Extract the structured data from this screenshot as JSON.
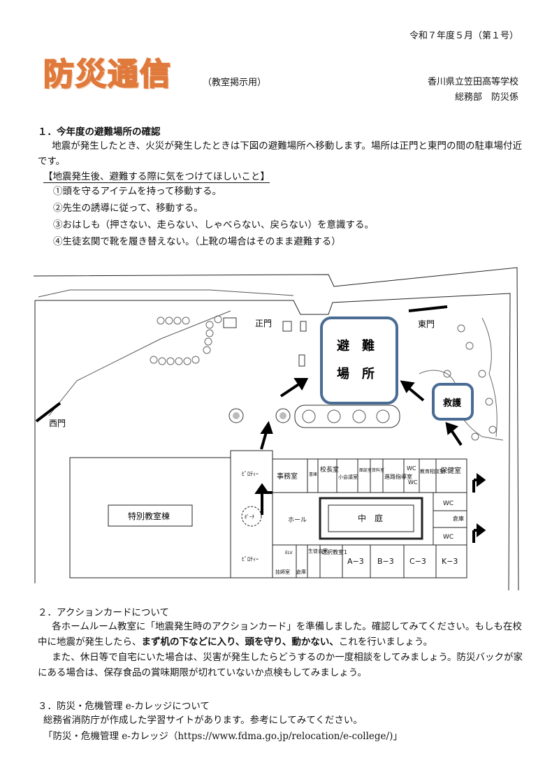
{
  "header": {
    "issue": "令和７年度５月（第１号）",
    "title": "防災通信",
    "subtitle": "（教室掲示用）",
    "school": "香川県立笠田高等学校",
    "dept": "総務部　防災係"
  },
  "section1": {
    "heading": "１．今年度の避難場所の確認",
    "body": "地震が発生したとき、火災が発生したときは下図の避難場所へ移動します。場所は正門と東門の間の駐車場付近です。",
    "note_heading": "【地震発生後、避難する際に気をつけてほしいこと】",
    "items": [
      "①頭を守るアイテムを持って移動する。",
      "②先生の誘導に従って、移動する。",
      "③おはしも（押さない、走らない、しゃべらない、戻らない）を意識する。",
      "④生徒玄関で靴を履き替えない。（上靴の場合はそのまま避難する）"
    ]
  },
  "map": {
    "main_gate": "正門",
    "east_gate": "東門",
    "west_gate": "西門",
    "evac_line1": "避　難",
    "evac_line2": "場　所",
    "rescue": "救護",
    "special_building": "特別教室棟",
    "pilotis_top": "ﾋﾟﾛﾃｨｰ",
    "pilotis_bottom": "ﾋﾟﾛﾃｨｰ",
    "porch": "ﾎﾟｰﾁ",
    "hall": "ホール",
    "courtyard": "中　庭",
    "rooms": {
      "office": "事務室",
      "library": "書庫",
      "principal": "校長室",
      "small_meeting": "小会議室",
      "interview": "面談室",
      "materials": "資料室",
      "career": "進路指導室",
      "wc1": "WC",
      "wc2": "WC",
      "teacher_consult": "教育相談室",
      "health": "保健室",
      "wc3": "WC",
      "wc4": "WC",
      "storage": "倉庫",
      "tech": "技師室",
      "storage2": "倉庫",
      "elv": "ELV",
      "student_council": "生徒会室",
      "elective": "選択教室1",
      "a3": "A−3",
      "b3": "B−3",
      "c3": "C−3",
      "k3": "K−3"
    }
  },
  "section2": {
    "heading": "２．アクションカードについて",
    "p1_a": "各ホームルーム教室に「地震発生時のアクションカード」を準備しました。確認してみてください。もしも在校中に地震が発生したら、",
    "p1_bold": "まず机の下などに入り、頭を守り、動かない、",
    "p1_b": "これを行いましょう。",
    "p2": "また、休日等で自宅にいた場合は、災害が発生したらどうするのか一度相談をしてみましょう。防災バックが家にある場合は、保存食品の賞味期限が切れていないか点検もしてみましょう。"
  },
  "section3": {
    "heading": "３．防災・危機管理 e-カレッジについて",
    "body": "総務省消防庁が作成した学習サイトがあります。参考にしてみてください。",
    "link": "「防災・危機管理 e-カレッジ（https://www.fdma.go.jp/relocation/e-college/)」"
  },
  "colors": {
    "evac_border": "#4a6c93",
    "title_orange": "#e07a3c"
  }
}
